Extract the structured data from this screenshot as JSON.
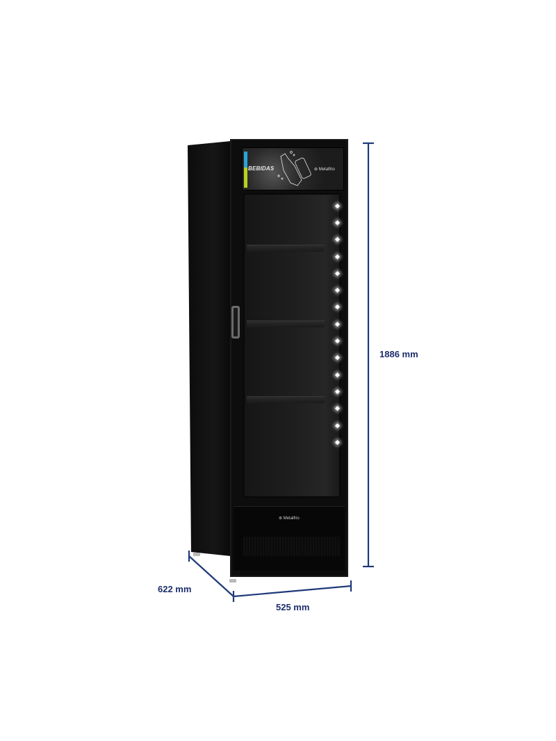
{
  "product": {
    "type": "vertical beverage display refrigerator",
    "color": "black",
    "header_panel": {
      "label": "BEBIDAS",
      "brand": "Metalfrio",
      "stripe_colors": [
        "#2aa3dc",
        "#b8cf1f"
      ]
    },
    "base_panel": {
      "brand": "Metalfrio"
    },
    "shelves": 3,
    "led_count": 15
  },
  "dimensions": {
    "height": {
      "value": "1886 mm"
    },
    "width": {
      "value": "525 mm"
    },
    "depth": {
      "value": "622 mm"
    },
    "line_color": "#1f3a7a",
    "text_color": "#1c2e6b"
  }
}
